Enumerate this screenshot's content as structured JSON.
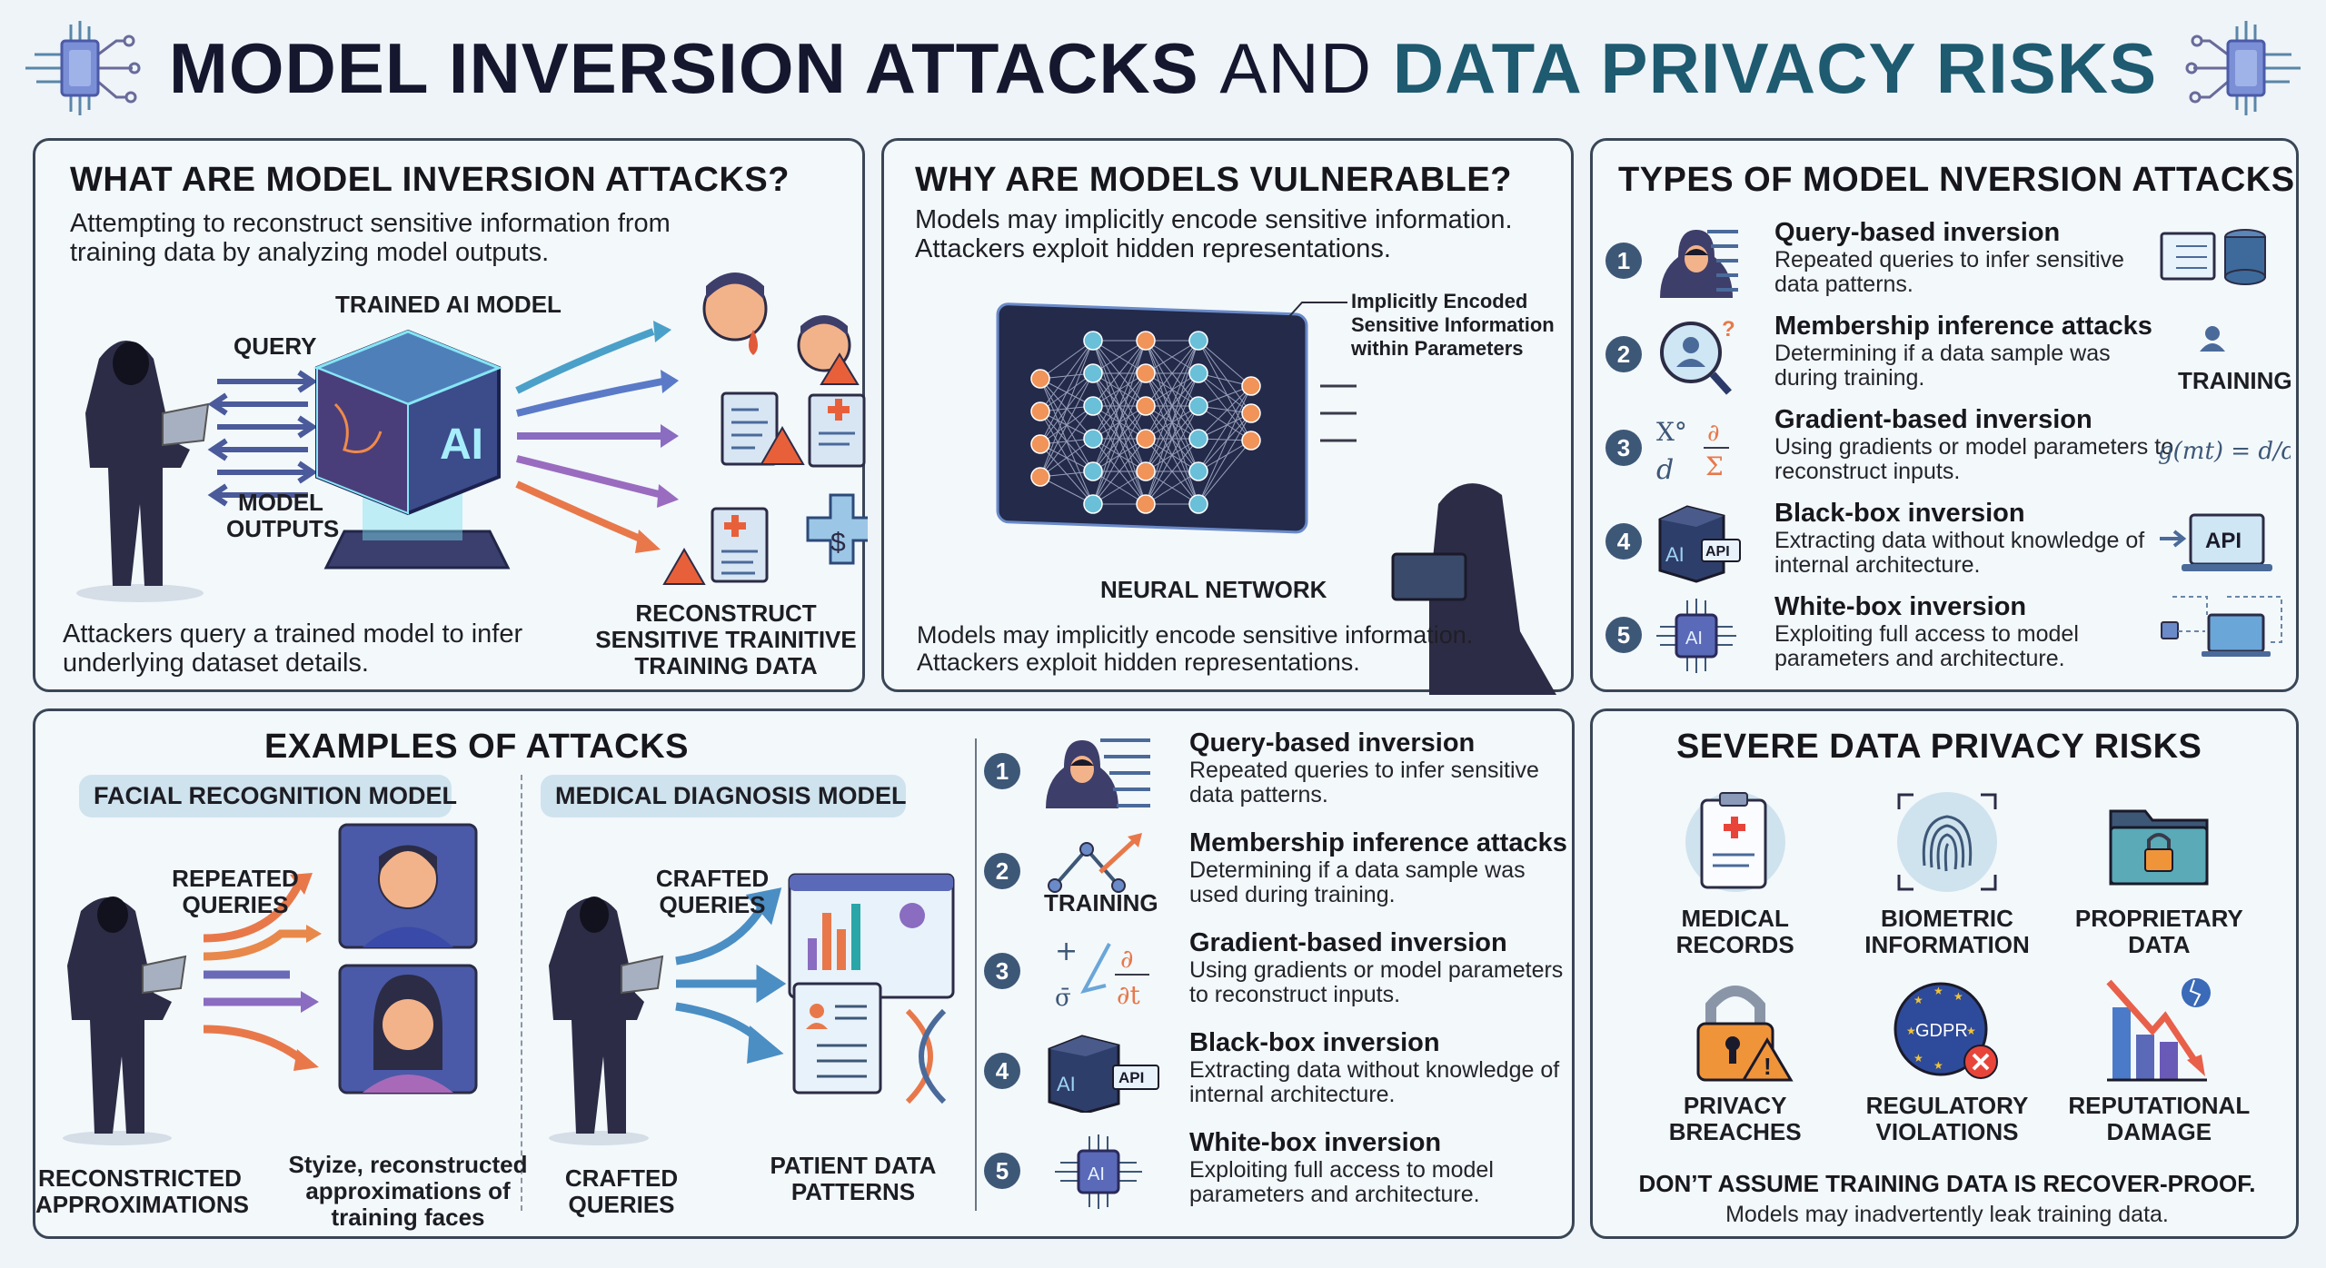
{
  "title": {
    "part1": "MODEL INVERSION ATTACKS",
    "part2": "AND",
    "part3": "DATA PRIVACY RISKS",
    "left_icon": "circuit-chip-icon",
    "right_icon": "circuit-chip-icon"
  },
  "colors": {
    "background": "#eef4f8",
    "panel_border": "#3a4656",
    "title_dark": "#15172e",
    "title_accent": "#1e5a70",
    "badge": "#3d5777",
    "pill": "#cfe3ee",
    "orange": "#e8784a",
    "blue": "#4a8ec4",
    "purple": "#8a6cc0",
    "red": "#d9443a"
  },
  "what_are": {
    "heading": "WHAT ARE MODEL INVERSION ATTACKS?",
    "description": "Attempting to reconstruct sensitive information from training data by analyzing model outputs.",
    "label_model": "TRAINED AI MODEL",
    "label_query": "QUERY",
    "label_outputs": "MODEL OUTPUTS",
    "cube_text": "AI",
    "label_reconstruct": "RECONSTRUCT SENSITIVE TRAINITIVE TRAINING DATA",
    "bottom_description": "Attackers query a trained model to infer underlying dataset details.",
    "icons": [
      "hooded-attacker-icon",
      "ai-cube-icon",
      "face-icon",
      "document-warning-icon",
      "medical-document-icon",
      "medical-cross-icon",
      "warning-icon"
    ]
  },
  "why_vulnerable": {
    "heading": "WHY ARE MODELS VULNERABLE?",
    "description": "Models may implicitly encode sensitive information. Attackers exploit hidden representations.",
    "annotation": "Implicitly Encoded Sensitive Information within Parameters",
    "label_nn": "NEURAL NETWORK",
    "bottom_description": "Models may implicitly encode sensitive information. Attackers exploit hidden representations.",
    "icons": [
      "neural-network-icon",
      "hooded-attacker-icon"
    ]
  },
  "types": {
    "heading": "TYPES OF MODEL NVERSION ATTACKS",
    "side_label": "TRAINING",
    "side_formula": "g(mt) = d/dxt",
    "side_api": "API",
    "items": [
      {
        "num": "1",
        "title": "Query-based inversion",
        "desc": "Repeated queries to infer sensitive data patterns.",
        "icon": "hooded-attacker-arrows-icon"
      },
      {
        "num": "2",
        "title": "Membership inference attacks",
        "desc": "Determining if a data sample was during training.",
        "icon": "magnifier-user-icon"
      },
      {
        "num": "3",
        "title": "Gradient-based inversion",
        "desc": "Using gradients or model parameters to reconstruct inputs.",
        "icon": "math-symbols-icon"
      },
      {
        "num": "4",
        "title": "Black-box inversion",
        "desc": "Extracting data without knowledge of internal architecture.",
        "icon": "black-box-api-icon",
        "icon_text": "AI",
        "icon_badge": "API"
      },
      {
        "num": "5",
        "title": "White-box inversion",
        "desc": "Exploiting full access to model parameters and architecture.",
        "icon": "ai-chip-icon",
        "icon_text": "AI"
      }
    ]
  },
  "examples": {
    "heading": "EXAMPLES OF ATTACKS",
    "facial": {
      "pill": "FACIAL RECOGNITION MODEL",
      "label_queries": "REPEATED QUERIES",
      "label_left": "RECONSTRICTED APPROXIMATIONS",
      "label_right": "Styize, reconstructed approximations of training faces"
    },
    "medical": {
      "pill": "MEDICAL DIAGNOSIS MODEL",
      "label_queries": "CRAFTED QUERIES",
      "label_left": "CRAFTED QUERIES",
      "label_right": "PATIENT DATA PATTERNS"
    },
    "list_training_label": "TRAINING",
    "items": [
      {
        "num": "1",
        "title": "Query-based inversion",
        "desc": "Repeated queries to infer sensitive data patterns.",
        "icon": "hooded-attacker-arrows-icon"
      },
      {
        "num": "2",
        "title": "Membership inference attacks",
        "desc": "Determining if a data sample was used during training.",
        "icon": "training-graph-icon"
      },
      {
        "num": "3",
        "title": "Gradient-based inversion",
        "desc": "Using gradients or model parameters to reconstruct inputs.",
        "icon": "math-symbols-icon"
      },
      {
        "num": "4",
        "title": "Black-box inversion",
        "desc": "Extracting data without knowledge of internal architecture.",
        "icon": "black-box-api-icon",
        "icon_text": "AI",
        "icon_badge": "API"
      },
      {
        "num": "5",
        "title": "White-box inversion",
        "desc": "Exploiting full access to model parameters and architecture.",
        "icon": "ai-chip-icon",
        "icon_text": "AI"
      }
    ]
  },
  "risks": {
    "heading": "SEVERE DATA PRIVACY RISKS",
    "items": [
      {
        "label": "MEDICAL RECORDS",
        "icon": "medical-clipboard-icon"
      },
      {
        "label": "BIOMETRIC INFORMATION",
        "icon": "fingerprint-icon"
      },
      {
        "label": "PROPRIETARY DATA",
        "icon": "locked-folder-icon"
      },
      {
        "label": "PRIVACY BREACHES",
        "icon": "padlock-warning-icon"
      },
      {
        "label": "REGULATORY VIOLATIONS",
        "icon": "gdpr-violation-icon",
        "icon_text": "GDPR"
      },
      {
        "label": "REPUTATIONAL DAMAGE",
        "icon": "declining-chart-icon"
      }
    ],
    "warning": "DON’T ASSUME TRAINING DATA IS RECOVER-PROOF.",
    "warning_sub": "Models may inadvertently leak training data."
  }
}
